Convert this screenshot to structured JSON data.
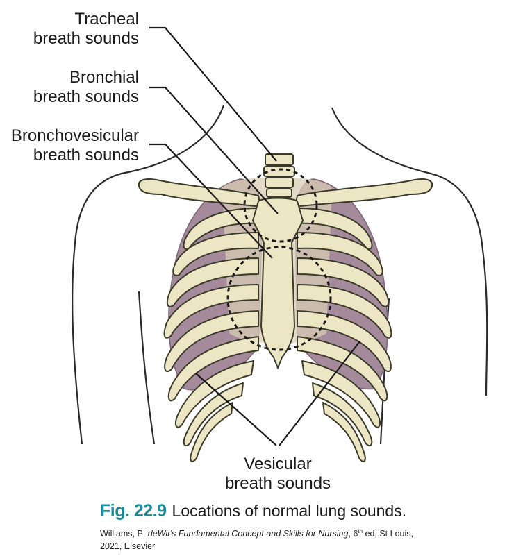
{
  "labels": {
    "tracheal": [
      "Tracheal",
      "breath sounds"
    ],
    "bronchial": [
      "Bronchial",
      "breath sounds"
    ],
    "bronchovesicular": [
      "Bronchovesicular",
      "breath sounds"
    ],
    "vesicular": [
      "Vesicular",
      "breath sounds"
    ]
  },
  "caption": {
    "figure_number": "Fig. 22.9",
    "text": "Locations of normal lung sounds."
  },
  "credit": {
    "prefix": "Williams, P: ",
    "title": "deWit’s Fundamental Concept and Skills for Nursing",
    "edition_number": ", 6",
    "edition_sup": "th",
    "suffix": " ed, St Louis, 2021, Elsevier"
  },
  "colors": {
    "lung": "#a58a9c",
    "bone": "#ede6c4",
    "bone_outline": "#3a3a2a",
    "lung_overlay": "#d9ccb4",
    "caption_accent": "#1a8a9a"
  }
}
